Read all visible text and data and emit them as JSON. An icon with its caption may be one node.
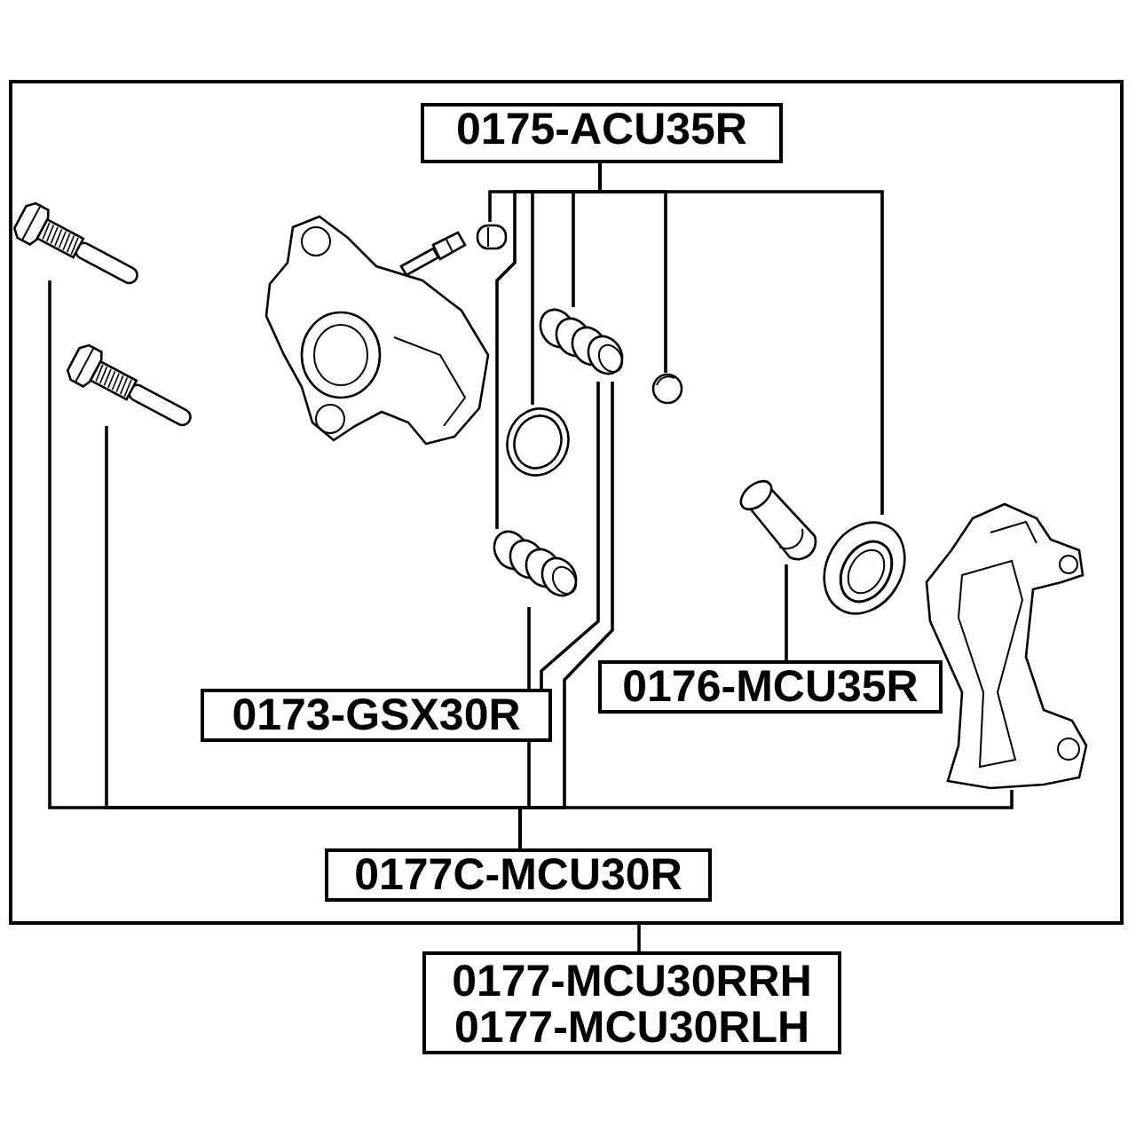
{
  "diagram": {
    "nodes": [
      {
        "text": [],
        "shape": "box"
      },
      {
        "text": [
          "0175-ACU35R"
        ],
        "in": 0
      },
      {
        "text": [],
        "shape": "picture",
        "in": 0
      },
      {
        "text": [],
        "shape": "picture",
        "in": 0
      },
      {
        "text": [],
        "shape": "picture",
        "in": 0
      },
      {
        "text": [],
        "shape": "picture",
        "in": 0
      },
      {
        "text": [],
        "shape": "picture",
        "in": 0
      },
      {
        "text": [],
        "shape": "picture",
        "in": 0
      },
      {
        "text": [],
        "shape": "picture",
        "in": 0
      },
      {
        "text": [],
        "shape": "picture",
        "in": 0
      },
      {
        "text": [],
        "shape": "picture",
        "in": 0
      },
      {
        "text": [],
        "shape": "picture",
        "in": 0
      },
      {
        "text": [
          "0176-MCU35R"
        ],
        "in": 0
      },
      {
        "text": [
          "0173-GSX30R"
        ],
        "in": 0
      },
      {
        "text": [
          "0177C-MCU30R"
        ],
        "in": 0
      },
      {
        "text": [
          "0177-MCU30RRH",
          "0177-MCU30RLH"
        ]
      }
    ],
    "edges": [
      {
        "from": 1,
        "to": 4,
        "arrow": "none"
      },
      {
        "from": 1,
        "to": 8,
        "arrow": "none"
      },
      {
        "from": 1,
        "to": 6,
        "arrow": "none"
      },
      {
        "from": 1,
        "to": 5,
        "arrow": "none"
      },
      {
        "from": 1,
        "to": 7,
        "arrow": "none"
      },
      {
        "from": 1,
        "to": 10,
        "arrow": "none"
      },
      {
        "from": 12,
        "to": 9,
        "arrow": "none"
      },
      {
        "from": 13,
        "to": 8,
        "arrow": "none"
      },
      {
        "from": 13,
        "to": 5,
        "arrow": "none"
      },
      {
        "from": 14,
        "to": 2,
        "arrow": "none"
      },
      {
        "from": 14,
        "to": 3,
        "arrow": "none"
      },
      {
        "from": 14,
        "to": 13,
        "arrow": "none"
      },
      {
        "from": 14,
        "to": 5,
        "arrow": "none"
      },
      {
        "from": 14,
        "to": 11,
        "arrow": "none"
      },
      {
        "from": 15,
        "to": 0,
        "arrow": "none"
      }
    ]
  }
}
